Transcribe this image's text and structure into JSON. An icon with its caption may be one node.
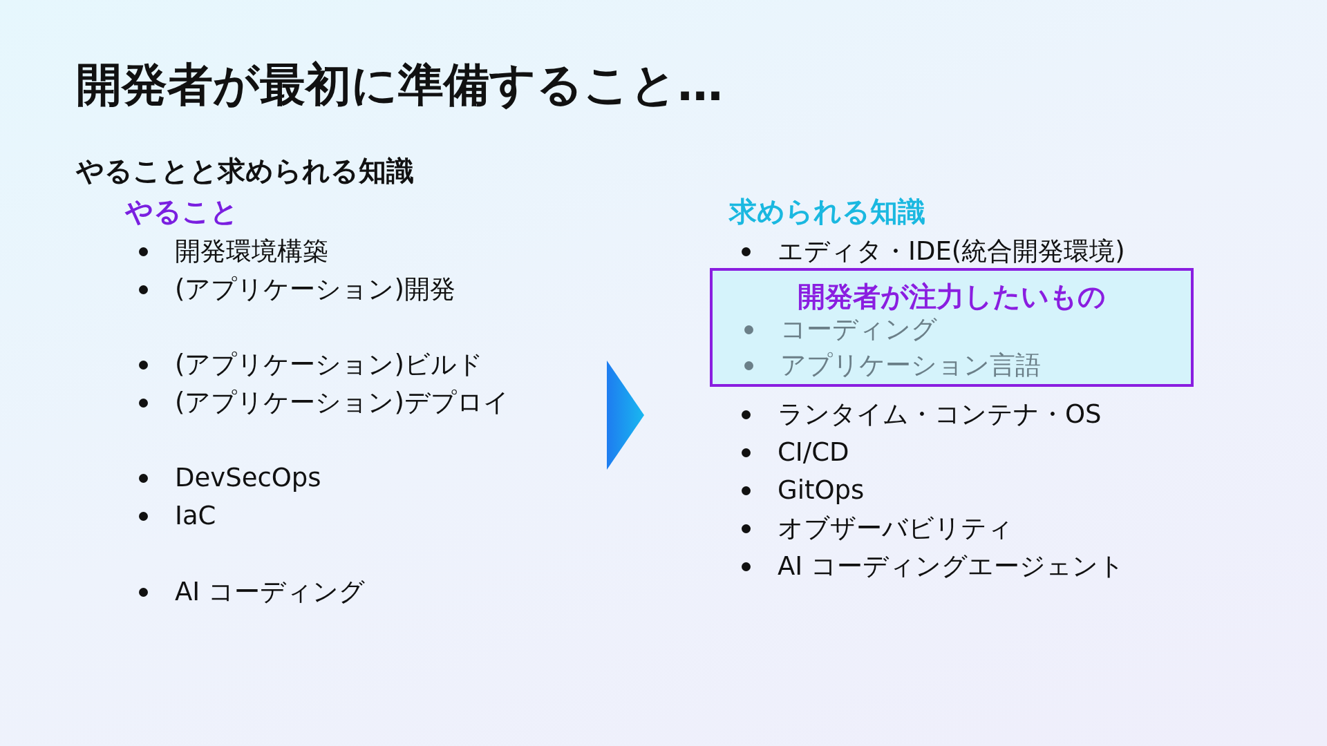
{
  "diagram": {
    "title": "開発者が最初に準備すること…",
    "nodes": [
      {
        "text": [
          "開発者が注力したいもの",
          "コーディング",
          "アプリケーション言語"
        ]
      }
    ],
    "labels": [
      "やることと求められる知識",
      "やること",
      "開発環境構築",
      "(アプリケーション)開発",
      "(アプリケーション)ビルド",
      "(アプリケーション)デプロイ",
      "DevSecOps",
      "IaC",
      "AI コーディング",
      "求められる知識",
      "エディタ・IDE(統合開発環境)",
      "ランタイム・コンテナ・OS",
      "CI/CD",
      "GitOps",
      "オブザーバビリティ",
      "AI コーディングエージェント"
    ]
  }
}
